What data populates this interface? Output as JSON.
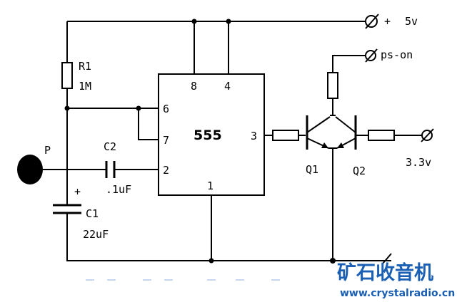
{
  "supply": {
    "plus": "+",
    "voltage": "5v"
  },
  "ps_on": {
    "label": "ps-on"
  },
  "output": {
    "voltage": "3.3v"
  },
  "r1": {
    "name": "R1",
    "value": "1M"
  },
  "probe": {
    "label": "P"
  },
  "c2": {
    "name": "C2",
    "value": ".1uF"
  },
  "c1": {
    "name": "C1",
    "value": "22uF",
    "polarity": "+"
  },
  "ic": {
    "name": "555",
    "pins": {
      "p8": "8",
      "p4": "4",
      "p6": "6",
      "p7": "7",
      "p2": "2",
      "p3": "3",
      "p1": "1"
    }
  },
  "transistors": {
    "q1": "Q1",
    "q2": "Q2"
  },
  "watermark": {
    "site_name": "矿石收音机",
    "url": "www.crystalradio.cn"
  },
  "colors": {
    "wire": "#000000",
    "watermark": "#1a5fb4"
  }
}
